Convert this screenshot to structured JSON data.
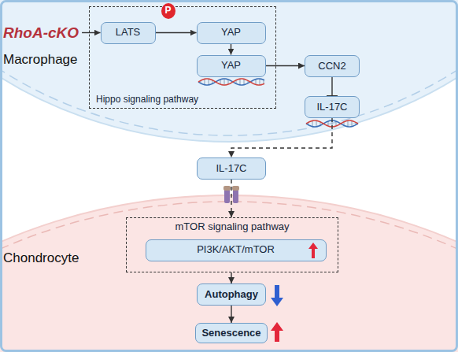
{
  "diagram": {
    "nodes": [
      {
        "text": [
          "Hippo signaling pathway"
        ]
      },
      {
        "text": [
          "LATS"
        ],
        "in": 0
      },
      {
        "text": [
          "P"
        ],
        "in": 0
      },
      {
        "text": [
          "YAP"
        ],
        "in": 0
      },
      {
        "text": [
          "YAP"
        ],
        "in": 0
      },
      {
        "text": [
          "CCN2"
        ]
      },
      {
        "text": [
          "IL-17C"
        ]
      },
      {
        "text": [
          "IL-17C"
        ]
      },
      {
        "text": [
          "mTOR signaling pathway"
        ]
      },
      {
        "text": [
          "PI3K/AKT/mTOR"
        ],
        "in": 8
      },
      {
        "text": [
          "Autophagy"
        ]
      },
      {
        "text": [
          "Senescence"
        ]
      }
    ],
    "edges": [
      {
        "from": 1,
        "to": 3,
        "arrow": "to"
      },
      {
        "from": 3,
        "to": 4,
        "arrow": "to"
      },
      {
        "from": 4,
        "to": 5,
        "arrow": "to"
      },
      {
        "from": 5,
        "to": 6,
        "arrow": "to"
      },
      {
        "from": 6,
        "to": 7,
        "arrow": "to"
      },
      {
        "from": 7,
        "to": 8,
        "arrow": "to"
      },
      {
        "from": 8,
        "to": 10,
        "arrow": "to"
      },
      {
        "from": 10,
        "to": 11,
        "arrow": "to"
      }
    ],
    "labels": [
      "RhoA-cKO",
      "Macrophage",
      "Chondrocyte"
    ]
  }
}
